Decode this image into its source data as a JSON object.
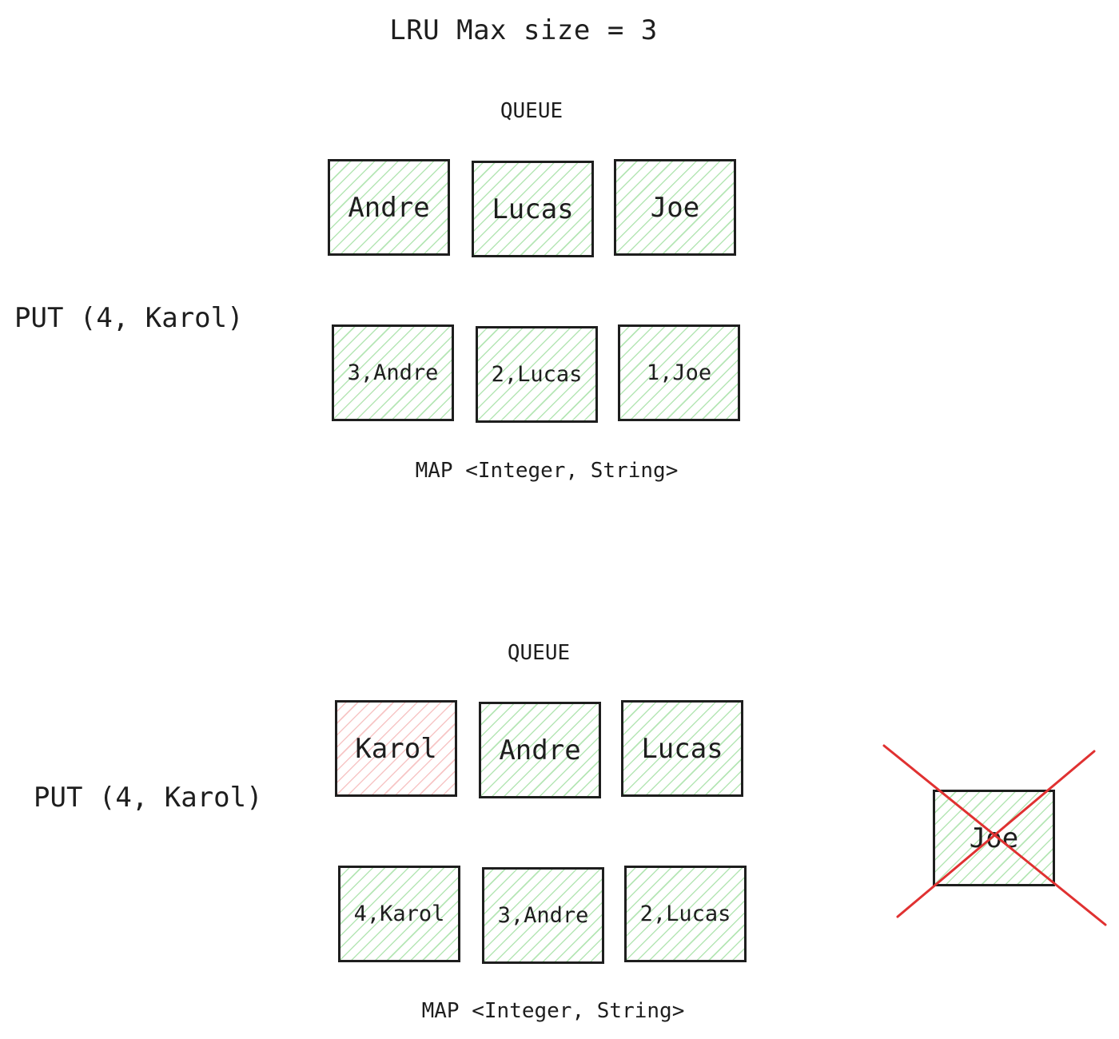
{
  "title": "LRU Max size = 3",
  "cross_color": "#e03131",
  "box_fill": {
    "green": "#b2f2bb",
    "red": "#ffc9c9"
  },
  "before": {
    "put_label": "PUT (4, Karol)",
    "queue_label": "QUEUE",
    "queue": [
      "Andre",
      "Lucas",
      "Joe"
    ],
    "map": [
      "3,Andre",
      "2,Lucas",
      "1,Joe"
    ],
    "map_label": "MAP <Integer, String>"
  },
  "after": {
    "put_label": "PUT (4, Karol)",
    "queue_label": "QUEUE",
    "queue": [
      "Karol",
      "Andre",
      "Lucas"
    ],
    "map": [
      "4,Karol",
      "3,Andre",
      "2,Lucas"
    ],
    "map_label": "MAP <Integer, String>",
    "evicted": "Joe"
  }
}
